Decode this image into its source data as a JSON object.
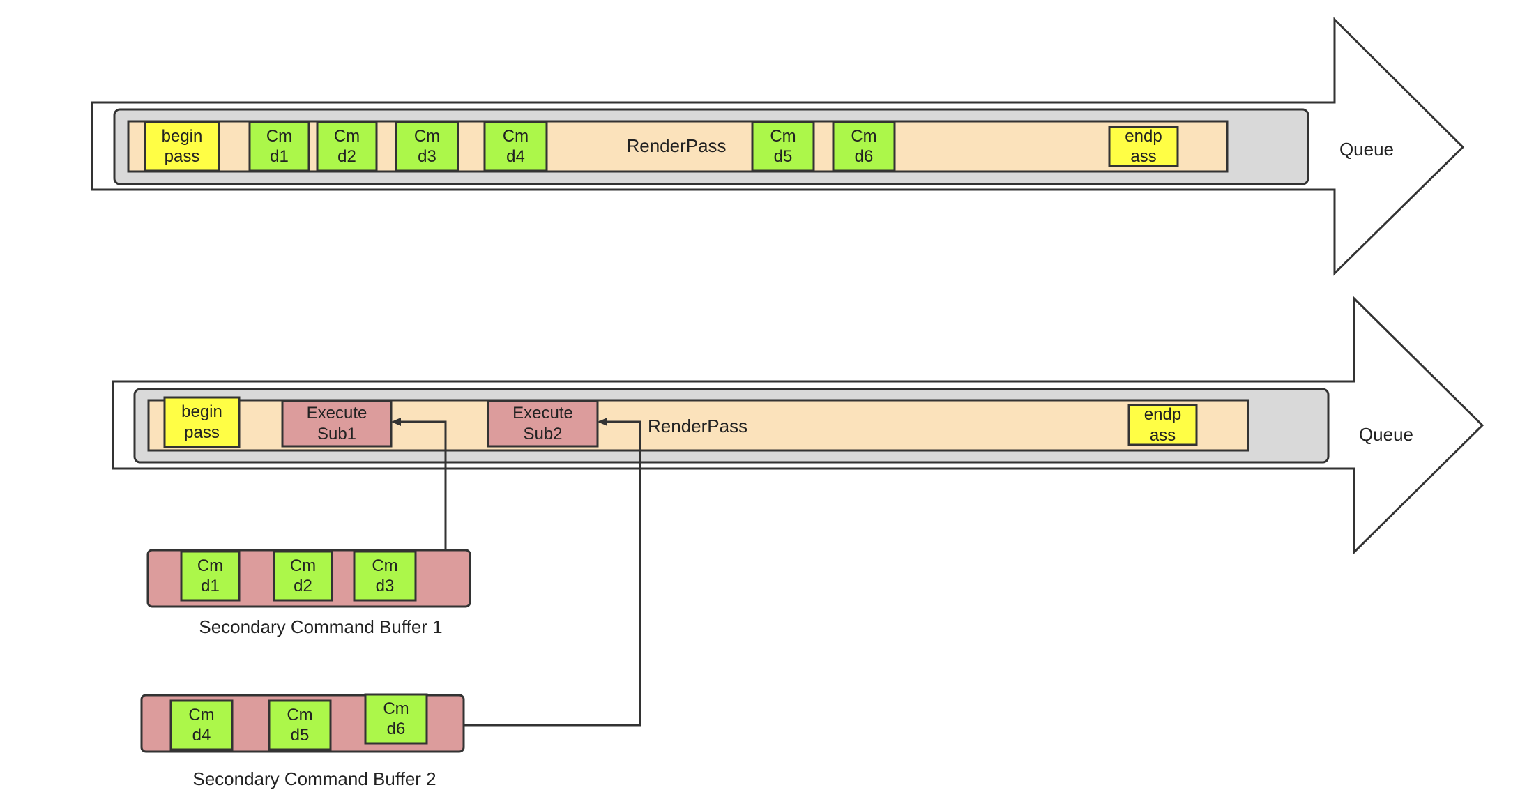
{
  "colors": {
    "tray": "#d9d9d9",
    "renderpass": "#fbe2bb",
    "yellow": "#fffe45",
    "green": "#acf74a",
    "secondary": "#dc9c9c",
    "stroke": "#333333"
  },
  "top": {
    "queue_label": "Queue",
    "renderpass_label": "RenderPass",
    "begin_label": "begin\npass",
    "end_label": "endp\nass",
    "cmds": [
      "Cm\nd1",
      "Cm\nd2",
      "Cm\nd3",
      "Cm\nd4",
      "Cm\nd5",
      "Cm\nd6"
    ]
  },
  "bottom": {
    "queue_label": "Queue",
    "renderpass_label": "RenderPass",
    "begin_label": "begin\npass",
    "end_label": "endp\nass",
    "execute1_label": "Execute\nSub1",
    "execute2_label": "Execute\nSub2"
  },
  "secondary1": {
    "caption": "Secondary Command Buffer 1",
    "cmds": [
      "Cm\nd1",
      "Cm\nd2",
      "Cm\nd3"
    ]
  },
  "secondary2": {
    "caption": "Secondary Command Buffer 2",
    "cmds": [
      "Cm\nd4",
      "Cm\nd5",
      "Cm\nd6"
    ]
  }
}
